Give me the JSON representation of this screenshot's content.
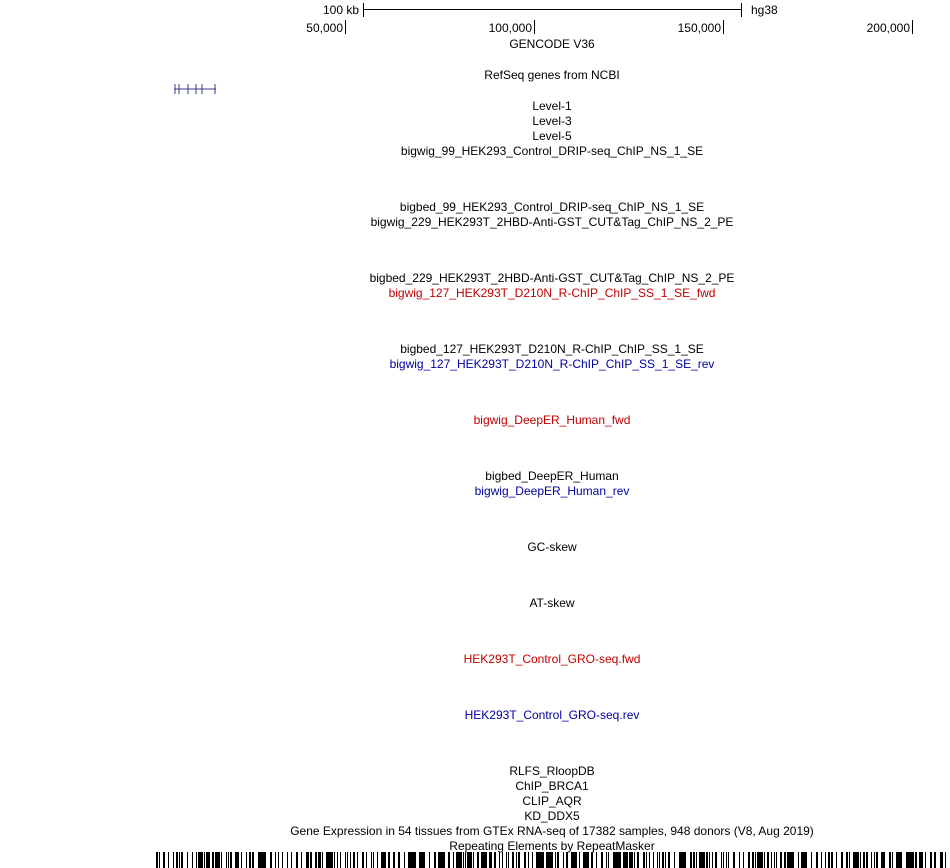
{
  "scale_bar": {
    "size_label": "100 kb",
    "assembly": "hg38"
  },
  "ruler": {
    "ticks": [
      "50,000",
      "100,000",
      "150,000",
      "200,000"
    ]
  },
  "tracks": [
    {
      "label": "GENCODE V36",
      "color": "#000000"
    },
    {
      "label": "RefSeq genes from NCBI",
      "color": "#000000"
    },
    {
      "label": "Level-1",
      "color": "#000000"
    },
    {
      "label": "Level-3",
      "color": "#000000"
    },
    {
      "label": "Level-5",
      "color": "#000000"
    },
    {
      "label": "bigwig_99_HEK293_Control_DRIP-seq_ChIP_NS_1_SE",
      "color": "#000000"
    },
    {
      "label": "bigbed_99_HEK293_Control_DRIP-seq_ChIP_NS_1_SE",
      "color": "#000000"
    },
    {
      "label": "bigwig_229_HEK293T_2HBD-Anti-GST_CUT&Tag_ChIP_NS_2_PE",
      "color": "#000000"
    },
    {
      "label": "bigbed_229_HEK293T_2HBD-Anti-GST_CUT&Tag_ChIP_NS_2_PE",
      "color": "#000000"
    },
    {
      "label": "bigwig_127_HEK293T_D210N_R-ChIP_ChIP_SS_1_SE_fwd",
      "color": "#c00000"
    },
    {
      "label": "bigbed_127_HEK293T_D210N_R-ChIP_ChIP_SS_1_SE",
      "color": "#000000"
    },
    {
      "label": "bigwig_127_HEK293T_D210N_R-ChIP_ChIP_SS_1_SE_rev",
      "color": "#0000a0"
    },
    {
      "label": "bigwig_DeepER_Human_fwd",
      "color": "#c00000"
    },
    {
      "label": "bigbed_DeepER_Human",
      "color": "#000000"
    },
    {
      "label": "bigwig_DeepER_Human_rev",
      "color": "#0000a0"
    },
    {
      "label": "GC-skew",
      "color": "#000000"
    },
    {
      "label": "AT-skew",
      "color": "#000000"
    },
    {
      "label": "HEK293T_Control_GRO-seq.fwd",
      "color": "#c00000"
    },
    {
      "label": "HEK293T_Control_GRO-seq.rev",
      "color": "#0000a0"
    },
    {
      "label": "RLFS_RloopDB",
      "color": "#000000"
    },
    {
      "label": "ChIP_BRCA1",
      "color": "#000000"
    },
    {
      "label": "CLIP_AQR",
      "color": "#000000"
    },
    {
      "label": "KD_DDX5",
      "color": "#000000"
    },
    {
      "label": "Gene Expression in 54 tissues from GTEx RNA-seq of 17382 samples, 948 donors (V8, Aug 2019)",
      "color": "#000000"
    },
    {
      "label": "Repeating Elements by RepeatMasker",
      "color": "#000000"
    }
  ],
  "colors": {
    "refseq_feature": "#3a3a8c",
    "repeat_blocks": "#000000"
  }
}
